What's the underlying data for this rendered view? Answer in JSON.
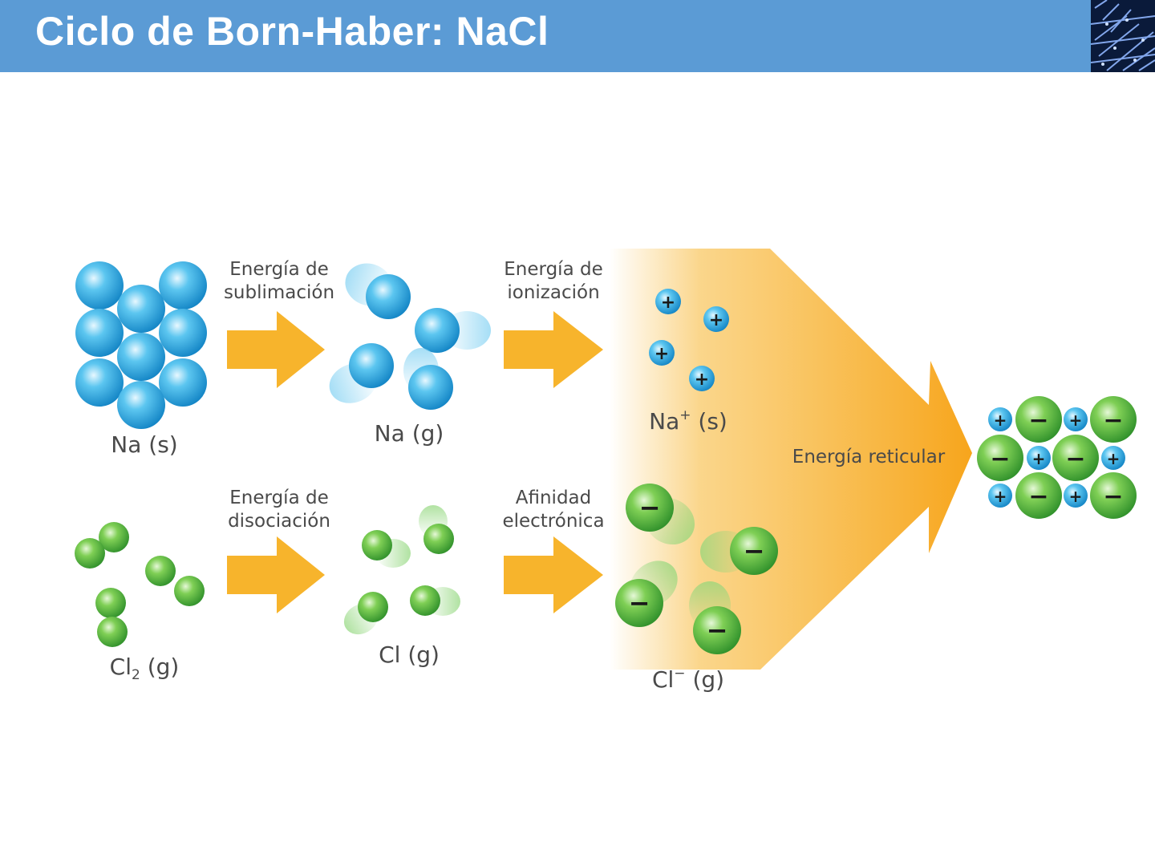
{
  "title": "Ciclo de Born-Haber: NaCl",
  "steps": {
    "sublimation": [
      "Energía de",
      "sublimación"
    ],
    "ionization": [
      "Energía de",
      "ionización"
    ],
    "dissociation": [
      "Energía de",
      "disociación"
    ],
    "electron_affinity": [
      "Afinidad",
      "electrónica"
    ],
    "lattice": "Energía reticular"
  },
  "species": {
    "na_s": {
      "base": "Na",
      "state": "(s)"
    },
    "na_g": {
      "base": "Na",
      "state": "(g)"
    },
    "na_ion": {
      "base": "Na",
      "sup": "+",
      "state": "(s)"
    },
    "cl2_g": {
      "base": "Cl",
      "sub": "2",
      "state": "(g)"
    },
    "cl_g": {
      "base": "Cl",
      "state": "(g)"
    },
    "cl_ion": {
      "base": "Cl",
      "sup": "−",
      "state": "(g)"
    }
  },
  "signs": {
    "plus": "+",
    "minus": "−"
  },
  "colors": {
    "header": "#5b9bd5",
    "arrow": "#f7b42c",
    "sodium": "#29a9e0",
    "chlorine": "#4cb848",
    "text": "#4a4a4a"
  }
}
